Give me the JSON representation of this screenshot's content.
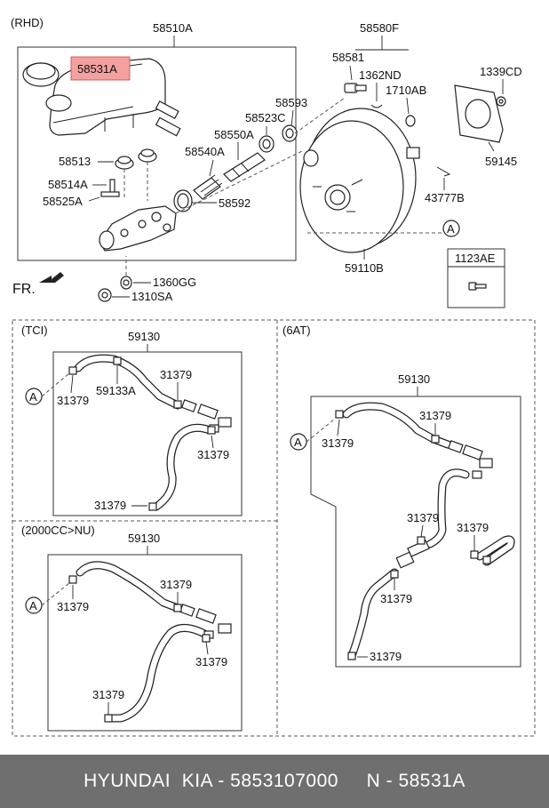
{
  "labels": {
    "rhd": "(RHD)",
    "p58510A": "58510A",
    "p58531A": "58531A",
    "p58580F": "58580F",
    "p58581": "58581",
    "p1362ND": "1362ND",
    "p1710AB": "1710AB",
    "p1339CD": "1339CD",
    "p58593": "58593",
    "p58523C": "58523C",
    "p58550A": "58550A",
    "p58540A": "58540A",
    "p58513": "58513",
    "p58514A": "58514A",
    "p58525A": "58525A",
    "p58592": "58592",
    "p59145": "59145",
    "p43777B": "43777B",
    "callout_a": "A",
    "p59110B": "59110B",
    "p1123AE": "1123AE",
    "fr": "FR.",
    "p1360GG": "1360GG",
    "p1310SA": "1310SA",
    "tci": "(TCI)",
    "at6": "(6AT)",
    "cc2000": "(2000CC>NU)",
    "p59130": "59130",
    "p59133A": "59133A",
    "p31379": "31379"
  },
  "highlight_color": "#f4a0a0",
  "footer": {
    "text": "HYUNDAI  KIA - 5853107000     N - 58531A",
    "bg_color": "#6f6f6f"
  }
}
